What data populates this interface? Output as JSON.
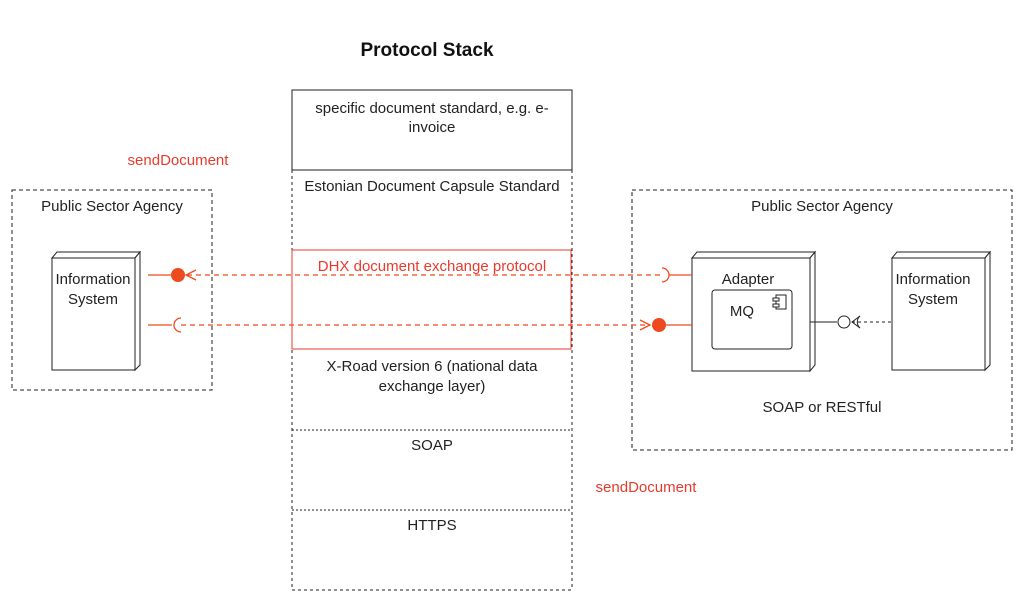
{
  "title": "Protocol Stack",
  "stack": {
    "layer_document_standard": [
      "specific document standard, e.g. e-",
      "invoice"
    ],
    "layer_capsule": "Estonian Document Capsule Standard",
    "layer_dhx": "DHX document exchange protocol",
    "layer_xroad": [
      "X-Road version 6 (national data",
      "exchange layer)"
    ],
    "layer_soap": "SOAP",
    "layer_https": "HTTPS"
  },
  "left_agency": {
    "label": "Public Sector Agency",
    "info_system": [
      "Information",
      "System"
    ]
  },
  "right_agency": {
    "label": "Public Sector Agency",
    "adapter_label": "Adapter",
    "mq_label": "MQ",
    "info_system": [
      "Information",
      "System"
    ],
    "protocol_label": "SOAP or RESTful"
  },
  "messages": {
    "top_send": "sendDocument",
    "bottom_send": "sendDocument"
  },
  "colors": {
    "accent_red": "#e83a2e",
    "connector_orange": "#ee4a1f",
    "line": "#222222"
  }
}
